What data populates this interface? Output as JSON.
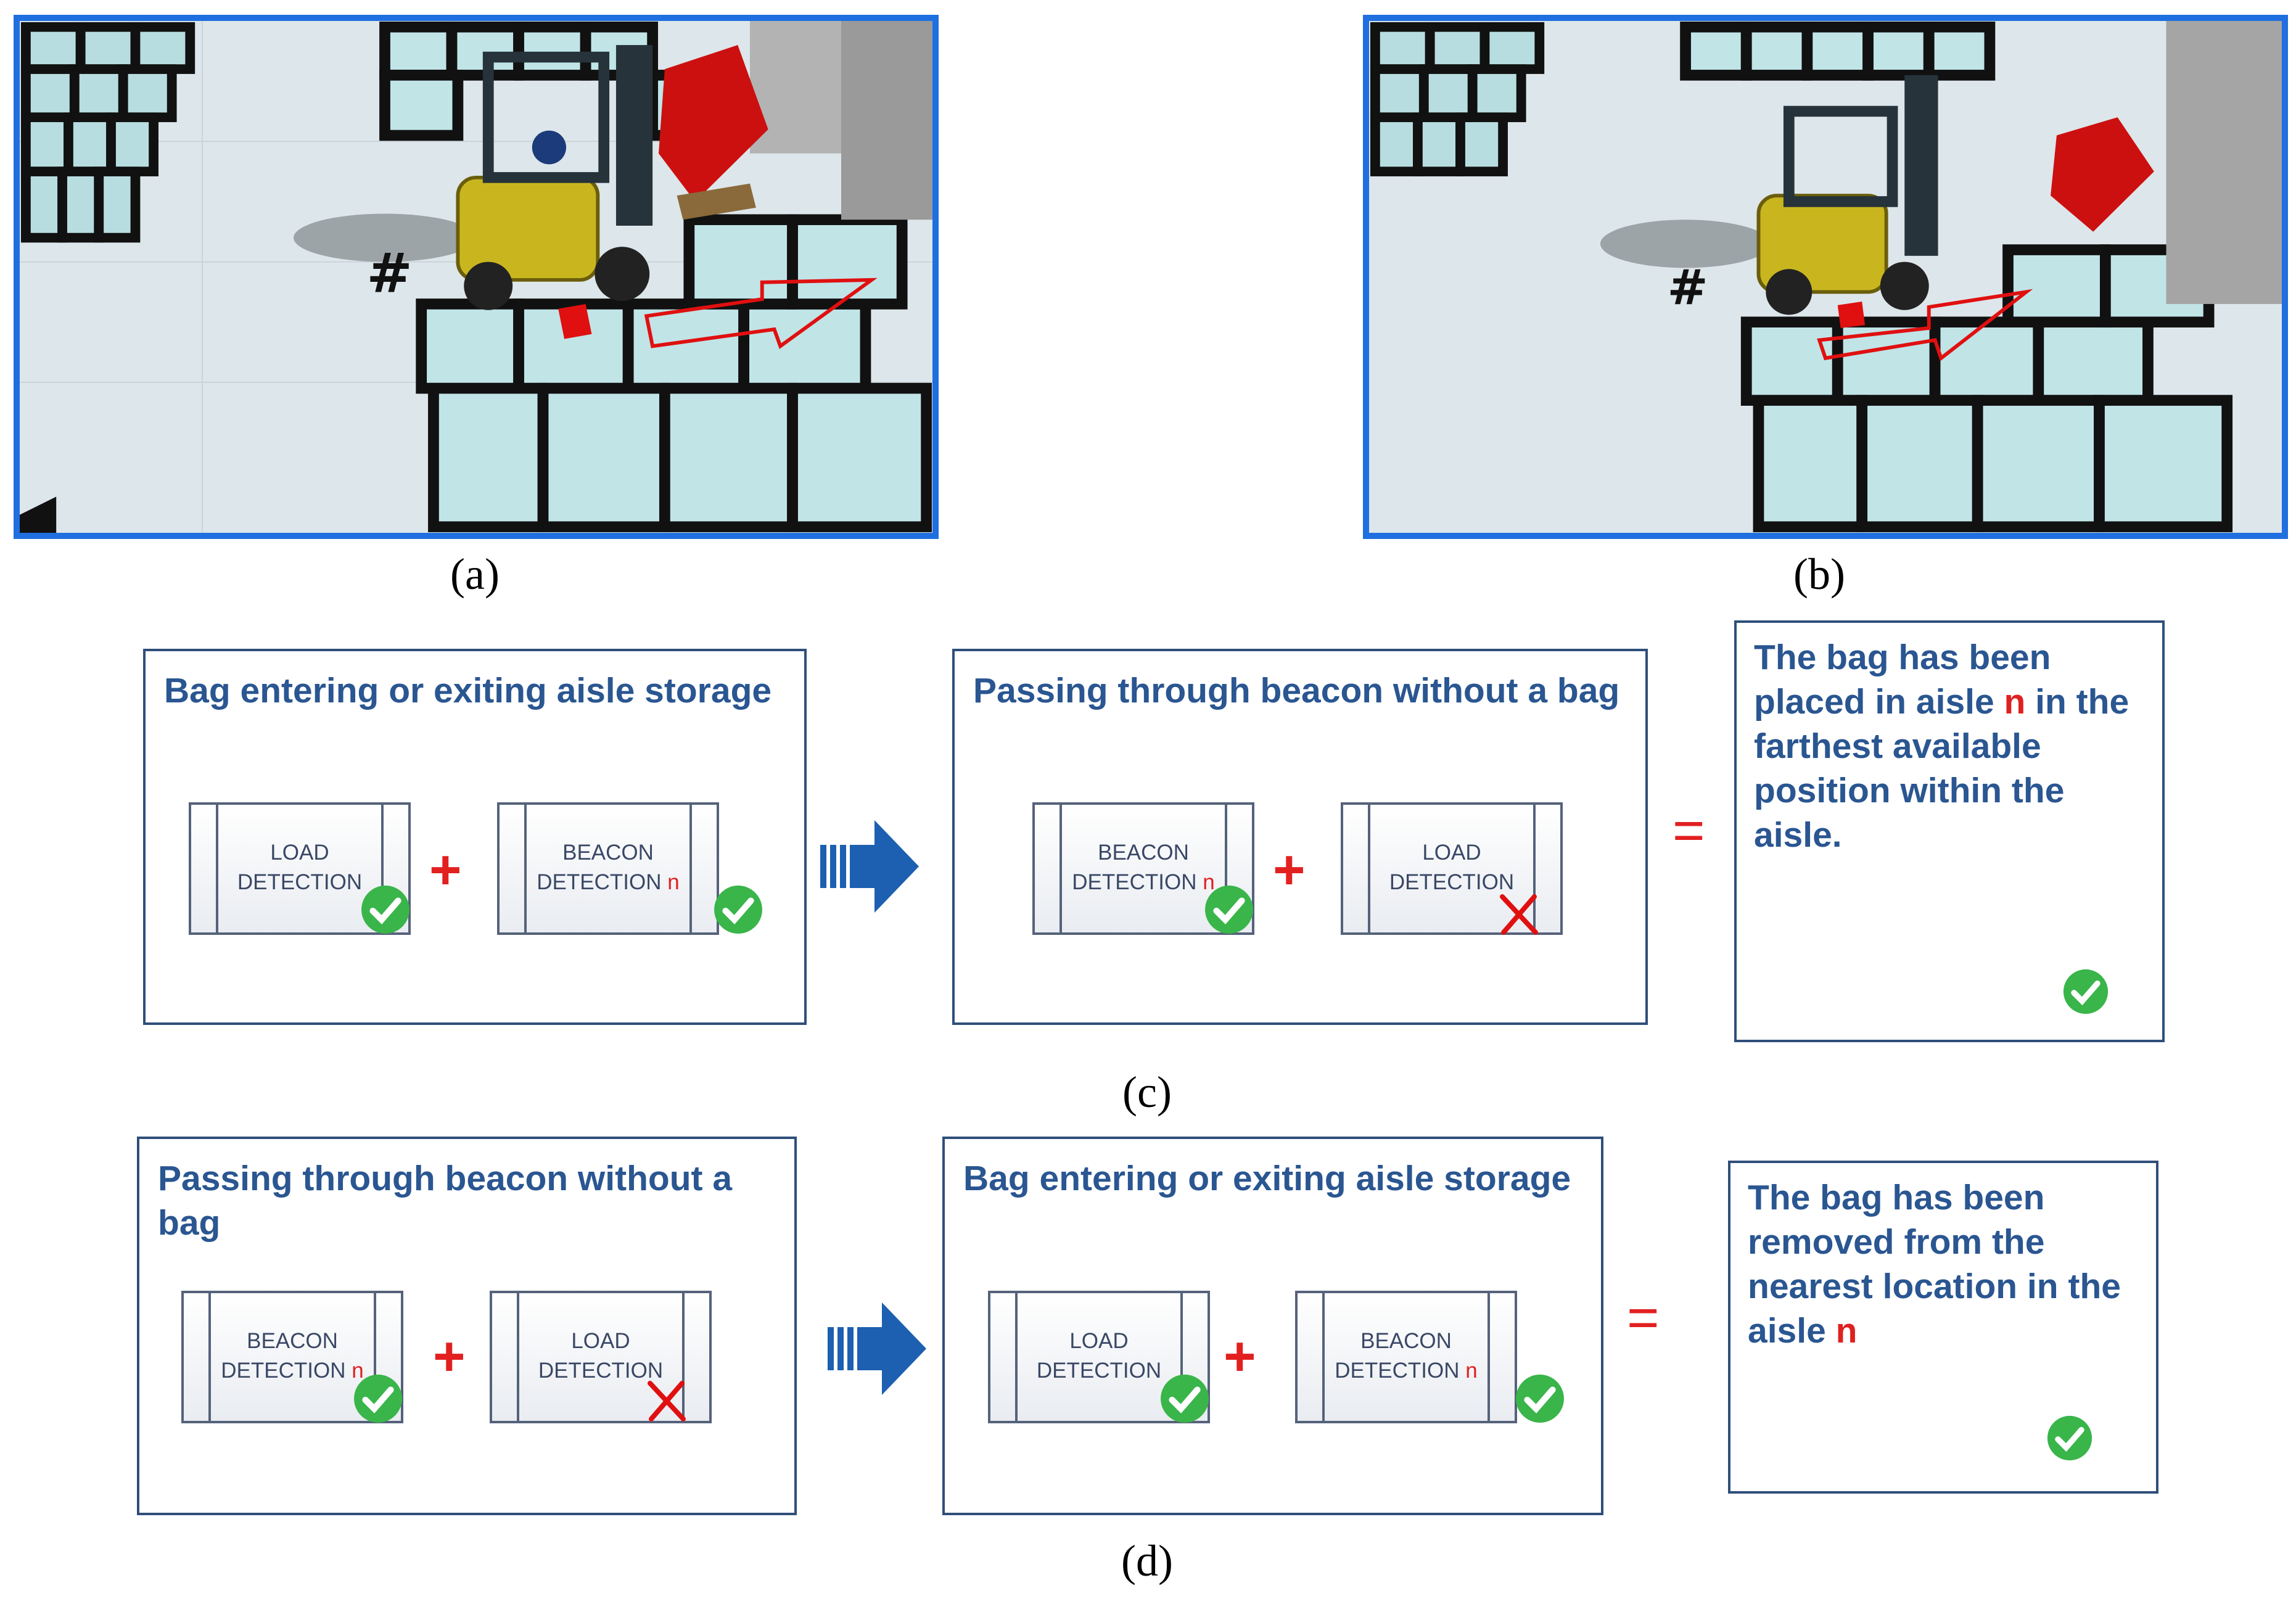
{
  "captions": {
    "a": "(a)",
    "b": "(b)",
    "c": "(c)",
    "d": "(d)"
  },
  "colors": {
    "frame_blue": "#1f6fe0",
    "title_blue": "#2a5691",
    "accent_red": "#e02020",
    "check_green": "#39b54a"
  },
  "row_c": {
    "left_title": "Bag entering or exiting aisle storage",
    "left_cards": [
      {
        "line1": "LOAD",
        "line2": "DETECTION",
        "suffix": "",
        "status": "check"
      },
      {
        "line1": "BEACON",
        "line2": "DETECTION",
        "suffix": "n",
        "status": "check"
      }
    ],
    "mid_title": "Passing through beacon without a bag",
    "mid_cards": [
      {
        "line1": "BEACON",
        "line2": "DETECTION",
        "suffix": "n",
        "status": "check"
      },
      {
        "line1": "LOAD",
        "line2": "DETECTION",
        "suffix": "",
        "status": "cross"
      }
    ],
    "plus": "+",
    "equals": "=",
    "result_pre": "The bag has been placed in aisle ",
    "result_n": "n",
    "result_post": " in the farthest available position within the aisle."
  },
  "row_d": {
    "left_title": "Passing through beacon without a bag",
    "left_cards": [
      {
        "line1": "BEACON",
        "line2": "DETECTION",
        "suffix": "n",
        "status": "check"
      },
      {
        "line1": "LOAD",
        "line2": "DETECTION",
        "suffix": "",
        "status": "cross"
      }
    ],
    "mid_title": "Bag entering or exiting aisle storage",
    "mid_cards": [
      {
        "line1": "LOAD",
        "line2": "DETECTION",
        "suffix": "",
        "status": "check"
      },
      {
        "line1": "BEACON",
        "line2": "DETECTION",
        "suffix": "n",
        "status": "check"
      }
    ],
    "plus": "+",
    "equals": "=",
    "result_pre": "The bag has been removed from the nearest location in the aisle ",
    "result_n": "n",
    "result_post": ""
  },
  "scene_labels": {
    "hash_mark": "#"
  }
}
